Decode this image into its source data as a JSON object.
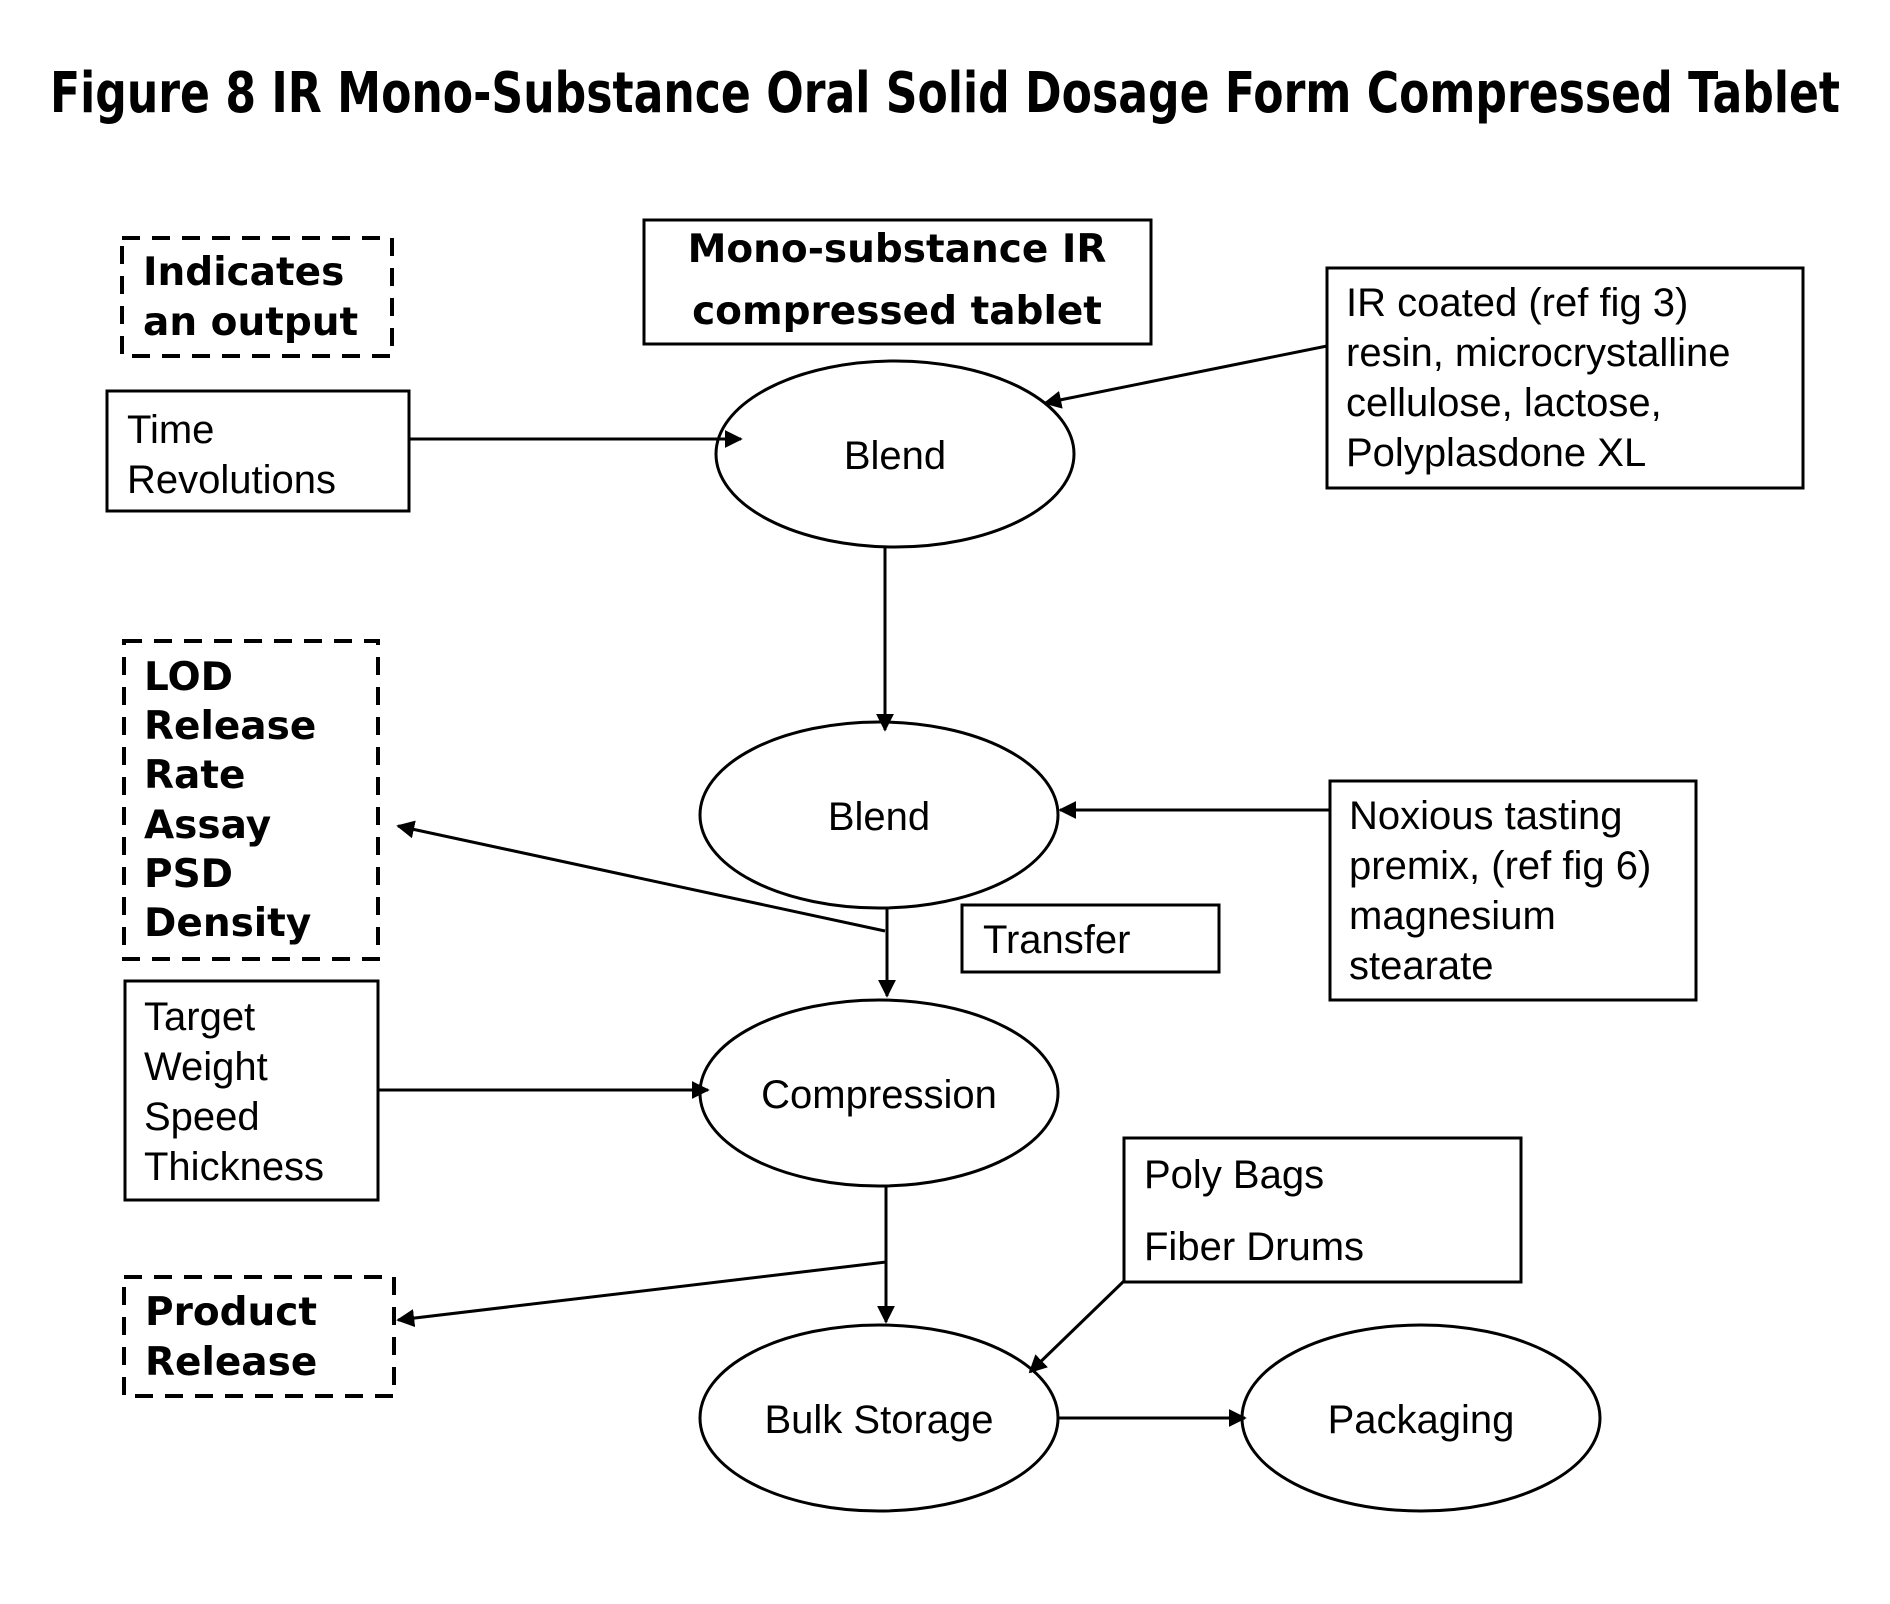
{
  "title": "Figure 8 IR Mono-Substance Oral Solid Dosage Form Compressed Tablet",
  "legend": {
    "output_lines": [
      "Indicates",
      "an output"
    ]
  },
  "header_box": {
    "lines": [
      "Mono-substance IR",
      "compressed tablet"
    ]
  },
  "nodes": {
    "blend1": "Blend",
    "blend2": "Blend",
    "compression": "Compression",
    "bulk_storage": "Bulk Storage",
    "packaging": "Packaging"
  },
  "inputs": {
    "time_revolutions": [
      "Time",
      "Revolutions"
    ],
    "ir_coated": [
      "IR coated  (ref fig 3)",
      "resin, microcrystalline",
      "cellulose, lactose,",
      "Polyplasdone XL"
    ],
    "noxious": [
      "Noxious tasting",
      "premix, (ref fig 6)",
      "magnesium",
      "stearate"
    ],
    "transfer": "Transfer",
    "compression_params": [
      "Target",
      "Weight",
      "Speed",
      "Thickness"
    ],
    "containers": [
      "Poly Bags",
      "Fiber Drums"
    ]
  },
  "outputs": {
    "tests": [
      "LOD",
      "Release",
      "Rate",
      "Assay",
      "PSD",
      "Density"
    ],
    "product_release": [
      "Product",
      "Release"
    ]
  },
  "colors": {
    "line": "#000000",
    "background": "#ffffff"
  }
}
